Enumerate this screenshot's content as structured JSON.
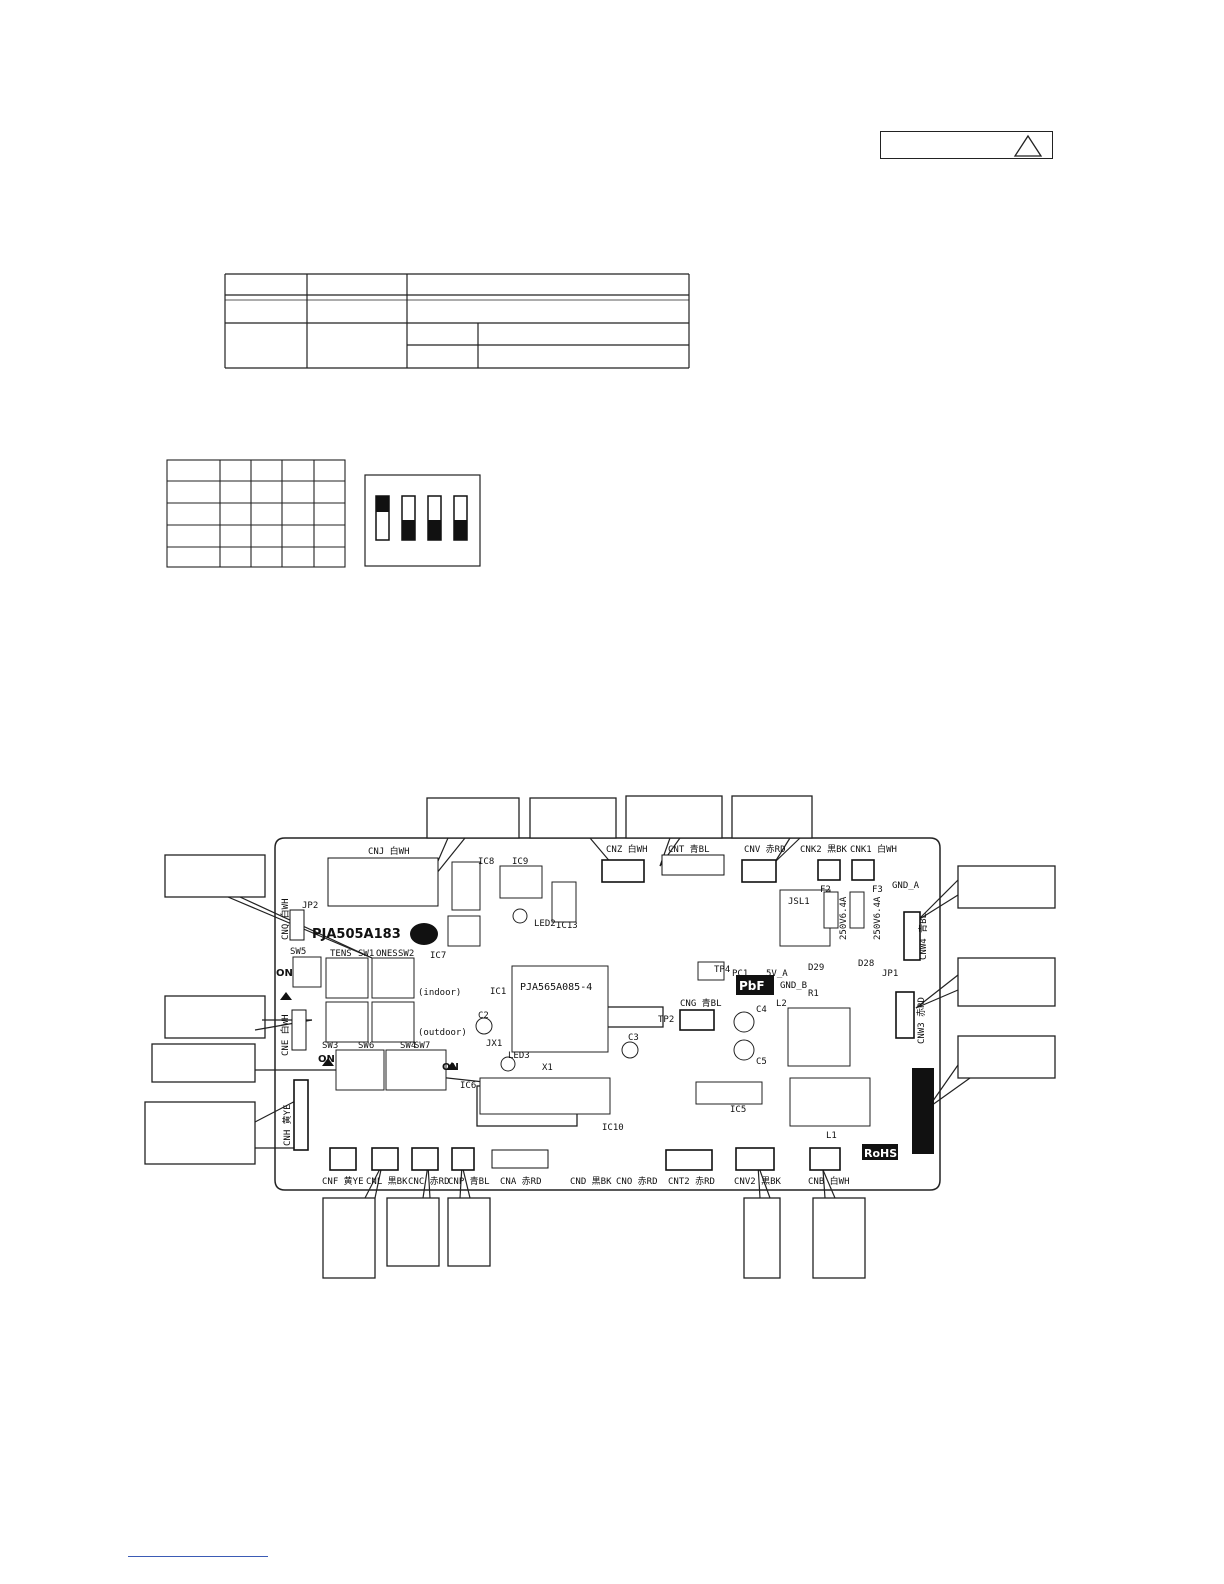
{
  "warning_symbol": "warning-triangle-icon",
  "board": {
    "part_number": "PJA505A183",
    "mcu": "PJA565A085-4",
    "marks": {
      "pbf": "PbF",
      "rohs": "RoHS",
      "on": "ON"
    },
    "sw_labels": {
      "tens": "TENS",
      "ones": "ONES",
      "sw1": "SW1",
      "sw2": "SW2",
      "sw3": "SW3",
      "sw4": "SW4",
      "sw5": "SW5",
      "sw6": "SW6",
      "sw7": "SW7"
    },
    "indoor": "(indoor)",
    "outdoor": "(outdoor)",
    "connectors": {
      "cnj": "CNJ 白WH",
      "cnz": "CNZ 白WH",
      "cnt": "CNT 青BL",
      "cnv": "CNV 赤RD",
      "cnk2": "CNK2 黒BK",
      "cnk1": "CNK1 白WH",
      "cnw4": "CNW4 青BL",
      "cnw3": "CNW3 赤RD",
      "cng": "CNG 青BL",
      "cnq": "CNQ 白WH",
      "cne": "CNE 白WH",
      "cnh": "CNH 黄YE",
      "cnf": "CNF 黄YE",
      "cnl": "CNL 黒BK",
      "cnc": "CNC 赤RD",
      "cnp": "CNP 青BL",
      "cna": "CNA 赤RD",
      "cnd": "CND 黒BK",
      "cno": "CNO 赤RD",
      "cnt2": "CNT2 赤RD",
      "cnv2": "CNV2 黒BK",
      "cnb": "CNB 白WH"
    },
    "components": {
      "ic1": "IC1",
      "ic5": "IC5",
      "ic6": "IC6",
      "ic7": "IC7",
      "ic8": "IC8",
      "ic9": "IC9",
      "ic10": "IC10",
      "ic13": "IC13",
      "led2": "LED2",
      "led3": "LED3",
      "jx1": "JX1",
      "x1": "X1",
      "tp2": "TP2",
      "tp4": "TP4",
      "jp1": "JP1",
      "jp2": "JP2",
      "jsl1": "JSL1",
      "pc1": "PC1",
      "f2": "F2",
      "f3": "F3",
      "l1": "L1",
      "l2": "L2",
      "r1": "R1",
      "c2": "C2",
      "c3": "C3",
      "c4": "C4",
      "c5": "C5",
      "d28": "D28",
      "d29": "D29",
      "gnd_a": "GND_A",
      "gnd_b": "GND_B",
      "sv_a": "5V_A",
      "fuse_rating": "250V6.4A"
    }
  }
}
